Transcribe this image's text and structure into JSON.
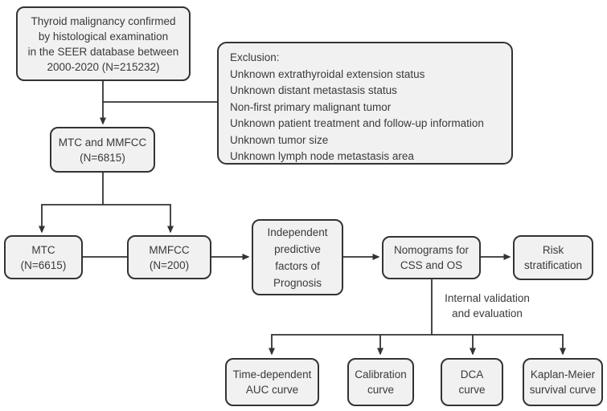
{
  "figure": {
    "type": "flowchart",
    "colors": {
      "background": "#ffffff",
      "node_fill": "#f1f1f1",
      "node_border": "#333333",
      "connector": "#333333",
      "text": "#3a3a3a"
    },
    "nodes": {
      "seer_cohort": {
        "lines": [
          "Thyroid malignancy confirmed",
          "by histological examination",
          "in the SEER database between",
          "2000-2020 (N=215232)"
        ]
      },
      "exclusion": {
        "lines": [
          "Exclusion:",
          "Unknown extrathyroidal extension status",
          "Unknown distant metastasis status",
          "Non-first primary malignant tumor",
          "Unknown patient treatment and follow-up information",
          "Unknown tumor size",
          "Unknown lymph node metastasis area"
        ]
      },
      "mtc_and_mmfcc": {
        "lines": [
          "MTC and MMFCC",
          "(N=6815)"
        ]
      },
      "mtc": {
        "lines": [
          "MTC",
          "(N=6615)"
        ]
      },
      "mmfcc": {
        "lines": [
          "MMFCC",
          "(N=200)"
        ]
      },
      "predictive_factors": {
        "lines": [
          "Independent",
          "predictive",
          "factors of",
          "Prognosis"
        ]
      },
      "nomograms": {
        "lines": [
          "Nomograms for",
          "CSS and OS"
        ]
      },
      "risk_stratification": {
        "lines": [
          "Risk",
          "stratification"
        ]
      },
      "time_dependent_auc": {
        "lines": [
          "Time-dependent",
          "AUC curve"
        ]
      },
      "calibration": {
        "lines": [
          "Calibration",
          "curve"
        ]
      },
      "dca": {
        "lines": [
          "DCA",
          "curve"
        ]
      },
      "kaplan_meier": {
        "lines": [
          "Kaplan-Meier",
          "survival curve"
        ]
      }
    },
    "edge_labels": {
      "internal_validation": {
        "lines": [
          "Internal validation",
          "and evaluation"
        ]
      }
    }
  }
}
